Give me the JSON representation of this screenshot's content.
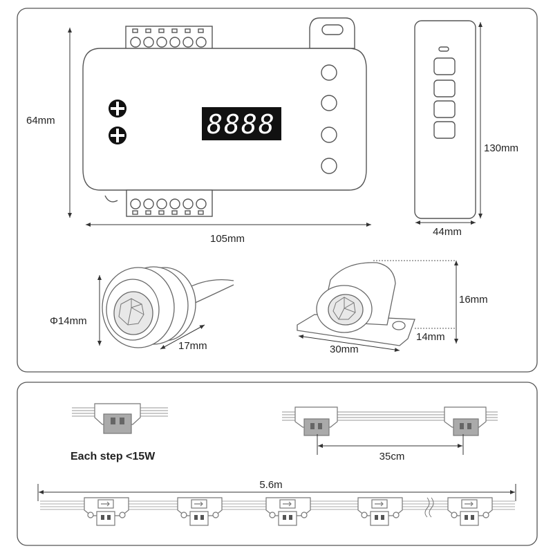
{
  "panels": {
    "top": {
      "controller": {
        "display": "8888",
        "width_label": "105mm",
        "height_label": "64mm"
      },
      "remote": {
        "height_label": "130mm",
        "width_label": "44mm"
      },
      "round_sensor": {
        "diameter_label": "Φ14mm",
        "depth_label": "17mm"
      },
      "bracket_sensor": {
        "height_label": "16mm",
        "base_label": "14mm",
        "length_label": "30mm"
      }
    },
    "bottom": {
      "power_note": "Each step <15W",
      "spacing_label": "35cm",
      "strip_length_label": "5.6m"
    }
  }
}
